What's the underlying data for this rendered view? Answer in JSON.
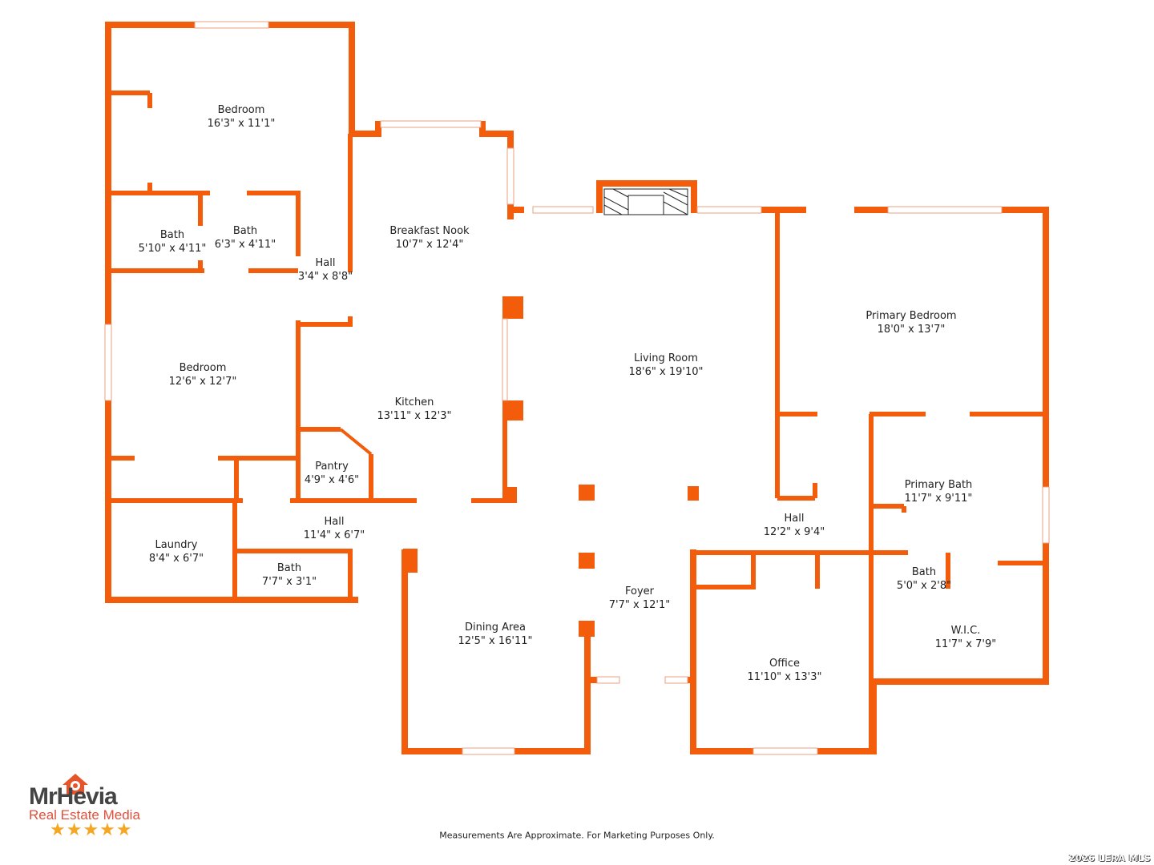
{
  "colors": {
    "wall": "#f25c0a",
    "text": "#222222"
  },
  "rooms": [
    {
      "name": "Bedroom",
      "dims": "16'3\" x 11'1\""
    },
    {
      "name": "Bath",
      "dims": "5'10\" x 4'11\""
    },
    {
      "name": "Bath",
      "dims": "6'3\" x 4'11\""
    },
    {
      "name": "Hall",
      "dims": "3'4\" x 8'8\""
    },
    {
      "name": "Breakfast Nook",
      "dims": "10'7\" x 12'4\""
    },
    {
      "name": "Bedroom",
      "dims": "12'6\" x 12'7\""
    },
    {
      "name": "Kitchen",
      "dims": "13'11\" x 12'3\""
    },
    {
      "name": "Pantry",
      "dims": "4'9\" x 4'6\""
    },
    {
      "name": "Living Room",
      "dims": "18'6\" x 19'10\""
    },
    {
      "name": "Primary Bedroom",
      "dims": "18'0\" x 13'7\""
    },
    {
      "name": "Primary Bath",
      "dims": "11'7\" x 9'11\""
    },
    {
      "name": "Hall",
      "dims": "11'4\" x 6'7\""
    },
    {
      "name": "Laundry",
      "dims": "8'4\" x 6'7\""
    },
    {
      "name": "Bath",
      "dims": "7'7\" x 3'1\""
    },
    {
      "name": "Hall",
      "dims": "12'2\" x 9'4\""
    },
    {
      "name": "Bath",
      "dims": "5'0\" x 2'8\""
    },
    {
      "name": "Foyer",
      "dims": "7'7\" x 12'1\""
    },
    {
      "name": "W.I.C.",
      "dims": "11'7\" x 7'9\""
    },
    {
      "name": "Dining Area",
      "dims": "12'5\" x 16'11\""
    },
    {
      "name": "Office",
      "dims": "11'10\" x 13'3\""
    }
  ],
  "disclaimer": "Measurements Are Approximate. For Marketing Purposes Only.",
  "watermark": "2026 LERA MLS",
  "logo": {
    "line1": "MrHevia",
    "line2": "Real Estate Media",
    "stars": "★★★★★"
  }
}
